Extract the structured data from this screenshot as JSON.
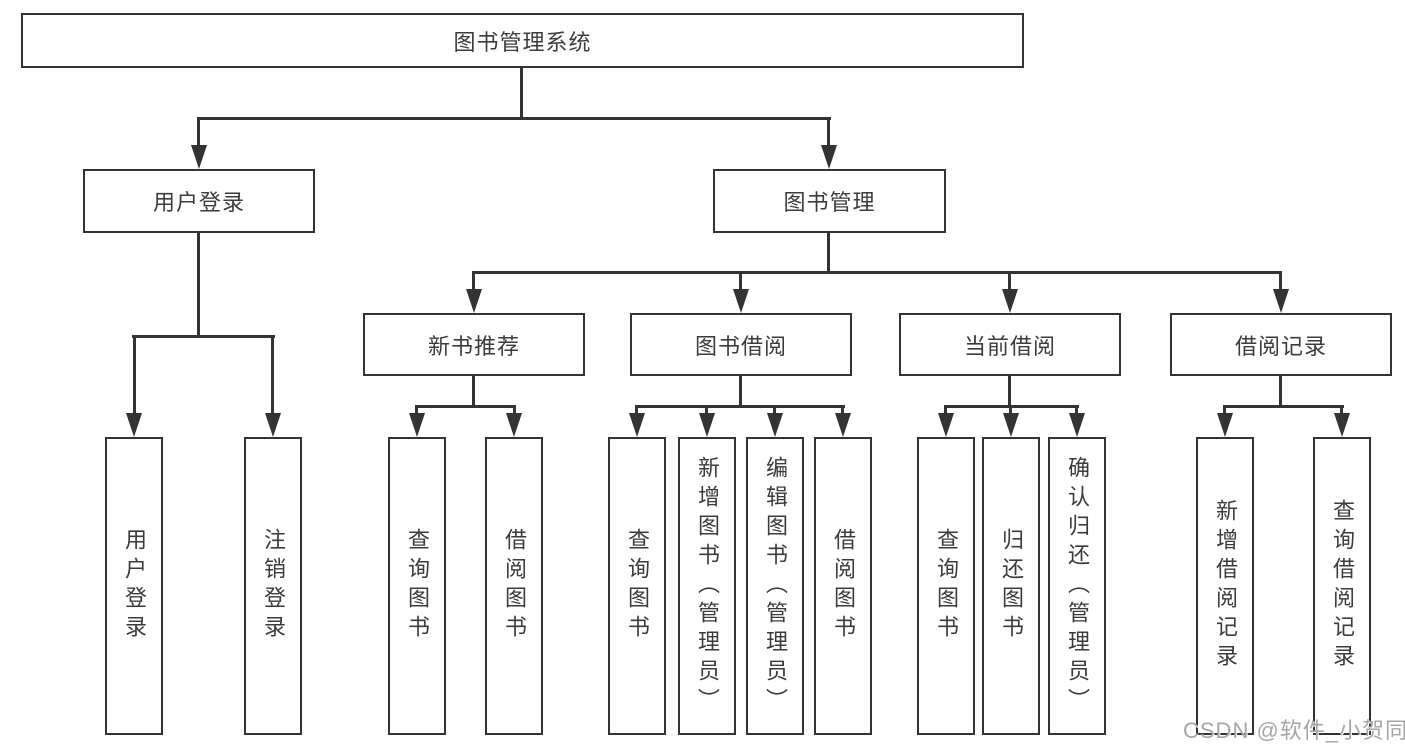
{
  "diagram_type": "hierarchy-tree",
  "tree": {
    "label": "图书管理系统",
    "children": [
      {
        "label": "用户登录",
        "children": [
          {
            "label": "用户登录"
          },
          {
            "label": "注销登录"
          }
        ]
      },
      {
        "label": "图书管理",
        "children": [
          {
            "label": "新书推荐",
            "children": [
              {
                "label": "查询图书"
              },
              {
                "label": "借阅图书"
              }
            ]
          },
          {
            "label": "图书借阅",
            "children": [
              {
                "label": "查询图书"
              },
              {
                "label": "新增图书（管理员）"
              },
              {
                "label": "编辑图书（管理员）"
              },
              {
                "label": "借阅图书"
              }
            ]
          },
          {
            "label": "当前借阅",
            "children": [
              {
                "label": "查询图书"
              },
              {
                "label": "归还图书"
              },
              {
                "label": "确认归还（管理员）"
              }
            ]
          },
          {
            "label": "借阅记录",
            "children": [
              {
                "label": "新增借阅记录"
              },
              {
                "label": "查询借阅记录"
              }
            ]
          }
        ]
      }
    ]
  },
  "watermark": "CSDN @软件_小贺同学",
  "colors": {
    "line": "#333333",
    "text": "#3b3b3b",
    "box_background": "#ffffff",
    "watermark": "#a6a6a6"
  }
}
